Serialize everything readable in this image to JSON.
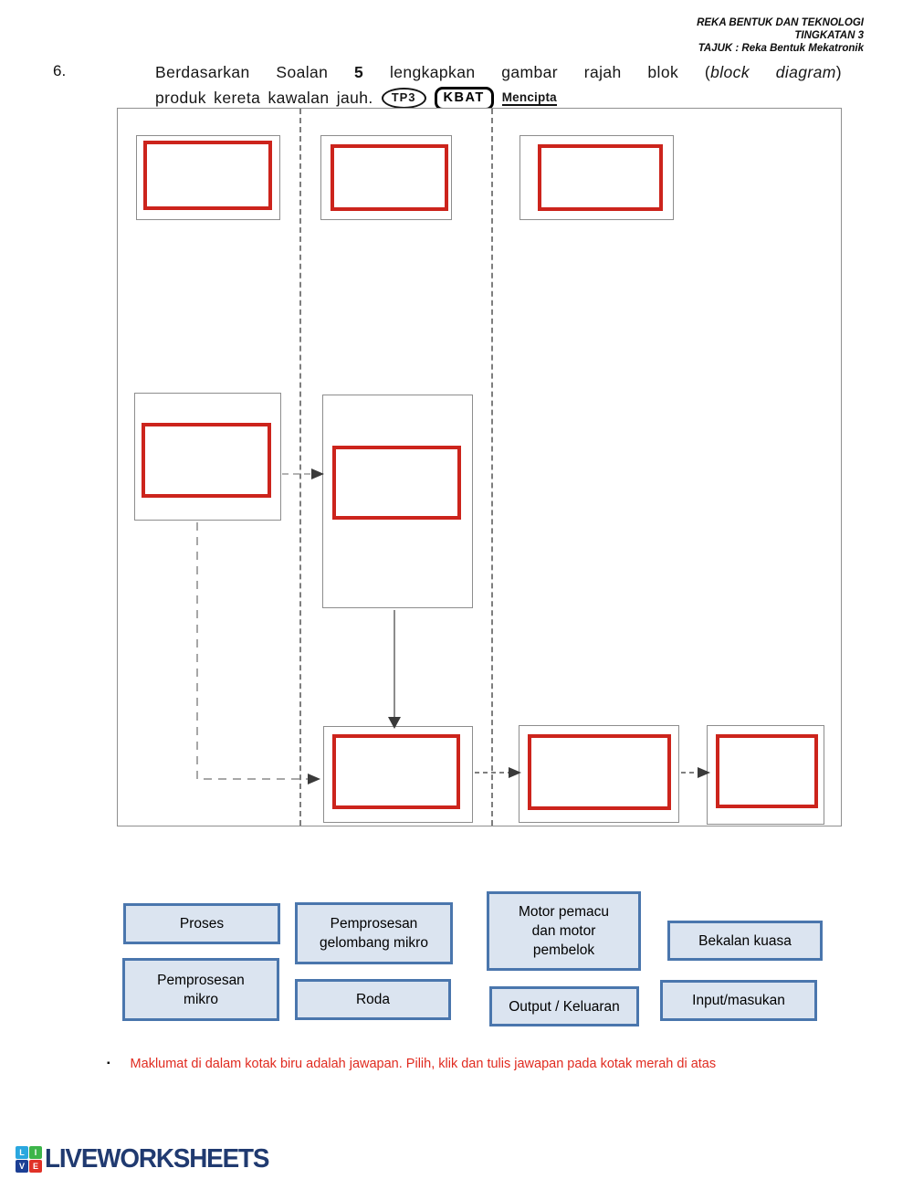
{
  "header": {
    "line1": "REKA BENTUK DAN TEKNOLOGI",
    "line2": "TINGKATAN 3",
    "line3": "TAJUK : Reka Bentuk Mekatronik"
  },
  "question": {
    "number": "6.",
    "seg1": "Berdasarkan Soalan ",
    "seg2_bold": "5",
    "seg3": " lengkapkan gambar rajah blok (",
    "seg4_italic": "block diagram",
    "seg5": ")",
    "line2": "produk kereta kawalan jauh.",
    "badge_tp3": "TP3",
    "badge_kbat": "KBAT",
    "badge_mencipta": "Mencipta"
  },
  "options": {
    "items": [
      {
        "label": "Proses"
      },
      {
        "label": "Pemprosesan\ngelombang mikro"
      },
      {
        "label": "Motor pemacu\ndan motor\npembelok"
      },
      {
        "label": "Bekalan kuasa"
      },
      {
        "label": "Pemprosesan\nmikro"
      },
      {
        "label": "Roda"
      },
      {
        "label": "Output / Keluaran"
      },
      {
        "label": "Input/masukan"
      }
    ]
  },
  "note": {
    "bullet": "▪",
    "text": "Maklumat di dalam kotak biru adalah jawapan. Pilih, klik dan tulis jawapan pada kotak merah di atas"
  },
  "logo": {
    "squares": [
      {
        "letter": "L",
        "color": "#2aa7df"
      },
      {
        "letter": "I",
        "color": "#3db54a"
      },
      {
        "letter": "V",
        "color": "#1c3f94"
      },
      {
        "letter": "E",
        "color": "#e03227"
      }
    ],
    "text": "LIVEWORKSHEETS"
  },
  "colors": {
    "answer_box_red": "#cc241c",
    "option_fill": "#dbe4f0",
    "option_border": "#4a76ad",
    "note_red": "#e02b20",
    "logo_navy": "#203a70"
  }
}
